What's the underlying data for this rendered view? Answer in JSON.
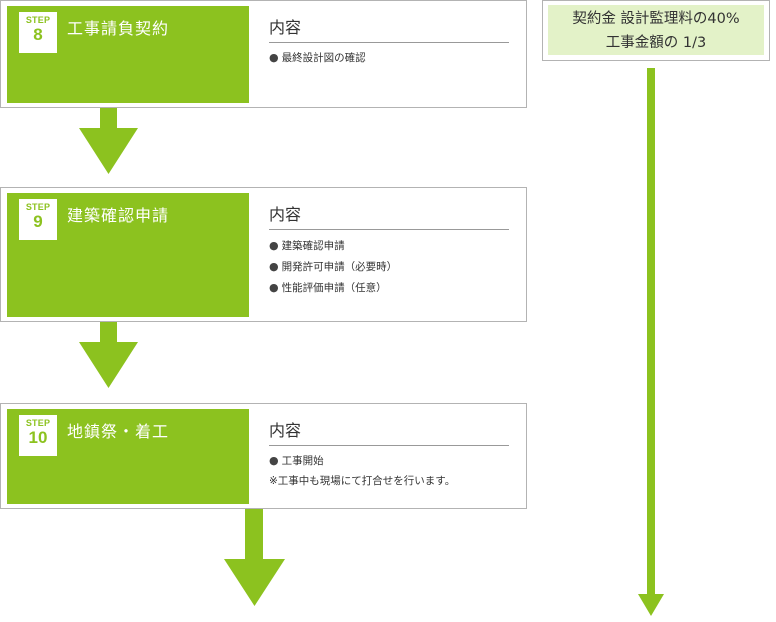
{
  "colors": {
    "accent": "#8cc21f",
    "fee_bg": "#e3f2c8",
    "border": "#b3b3b3"
  },
  "steps": [
    {
      "badge_label": "STEP",
      "number": "8",
      "title": "工事請負契約",
      "content_heading": "内容",
      "items": [
        {
          "text": "最終設計図の確認",
          "bullet": true
        }
      ]
    },
    {
      "badge_label": "STEP",
      "number": "9",
      "title": "建築確認申請",
      "content_heading": "内容",
      "items": [
        {
          "text": "建築確認申請",
          "bullet": true
        },
        {
          "text": "開発許可申請（必要時）",
          "bullet": true
        },
        {
          "text": "性能評価申請（任意）",
          "bullet": true
        }
      ]
    },
    {
      "badge_label": "STEP",
      "number": "10",
      "title": "地鎮祭・着工",
      "content_heading": "内容",
      "items": [
        {
          "text": "工事開始",
          "bullet": true
        },
        {
          "text": "※工事中も現場にて打合せを行います。",
          "bullet": false
        }
      ]
    }
  ],
  "fee": {
    "line1": "契約金 設計監理料の40%",
    "line2": "工事金額の 1/3"
  }
}
